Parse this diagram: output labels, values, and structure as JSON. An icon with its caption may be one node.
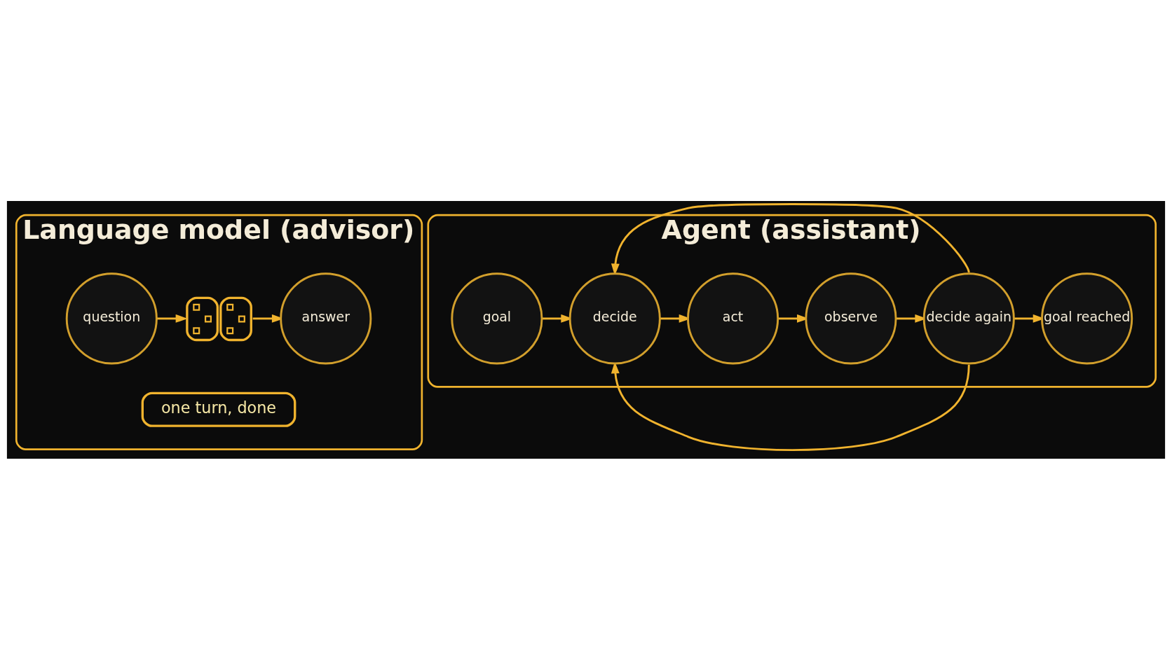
{
  "diagram": {
    "nodes": [
      {
        "text": [
          "Language model (advisor)"
        ]
      },
      {
        "text": [
          "question"
        ],
        "in": 0
      },
      {
        "text": [],
        "shape": "picture",
        "in": 0
      },
      {
        "text": [
          "answer"
        ],
        "in": 0
      },
      {
        "text": [
          "one turn, done"
        ],
        "in": 0
      },
      {
        "text": [
          "Agent (assistant)"
        ]
      },
      {
        "text": [
          "goal"
        ],
        "in": 5
      },
      {
        "text": [
          "decide"
        ],
        "in": 5
      },
      {
        "text": [
          "act"
        ],
        "in": 5
      },
      {
        "text": [
          "observe"
        ],
        "in": 5
      },
      {
        "text": [
          "decide again"
        ],
        "in": 5
      },
      {
        "text": [
          "goal reached"
        ],
        "in": 5
      }
    ],
    "edges": [
      {
        "from": 1,
        "to": 2,
        "arrow": "to"
      },
      {
        "from": 2,
        "to": 3,
        "arrow": "to"
      },
      {
        "from": 6,
        "to": 7,
        "arrow": "to"
      },
      {
        "from": 7,
        "to": 8,
        "arrow": "to"
      },
      {
        "from": 8,
        "to": 9,
        "arrow": "to"
      },
      {
        "from": 9,
        "to": 10,
        "arrow": "to"
      },
      {
        "from": 10,
        "to": 11,
        "arrow": "to"
      },
      {
        "from": 10,
        "to": 7,
        "arrow": "to"
      },
      {
        "from": 10,
        "to": 7,
        "arrow": "to"
      }
    ]
  }
}
